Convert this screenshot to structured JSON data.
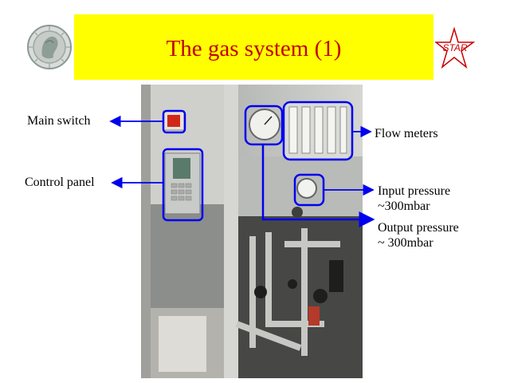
{
  "slide": {
    "title": "The gas system (1)",
    "title_bar_color": "#ffff00",
    "title_color": "#c00000"
  },
  "logos": {
    "left": {
      "icon": "seal-logo"
    },
    "right": {
      "icon": "star-logo",
      "text": "STAR",
      "color": "#cc0000"
    }
  },
  "annotations": {
    "main_switch": "Main switch",
    "control_panel": "Control panel",
    "flow_meters": "Flow meters",
    "input_pressure": [
      "Input pressure",
      "~300mbar"
    ],
    "output_pressure": [
      "Output pressure",
      "~ 300mbar"
    ]
  },
  "photo": {
    "icon": "gas-rack-photo",
    "highlight_color": "#0000ee"
  }
}
